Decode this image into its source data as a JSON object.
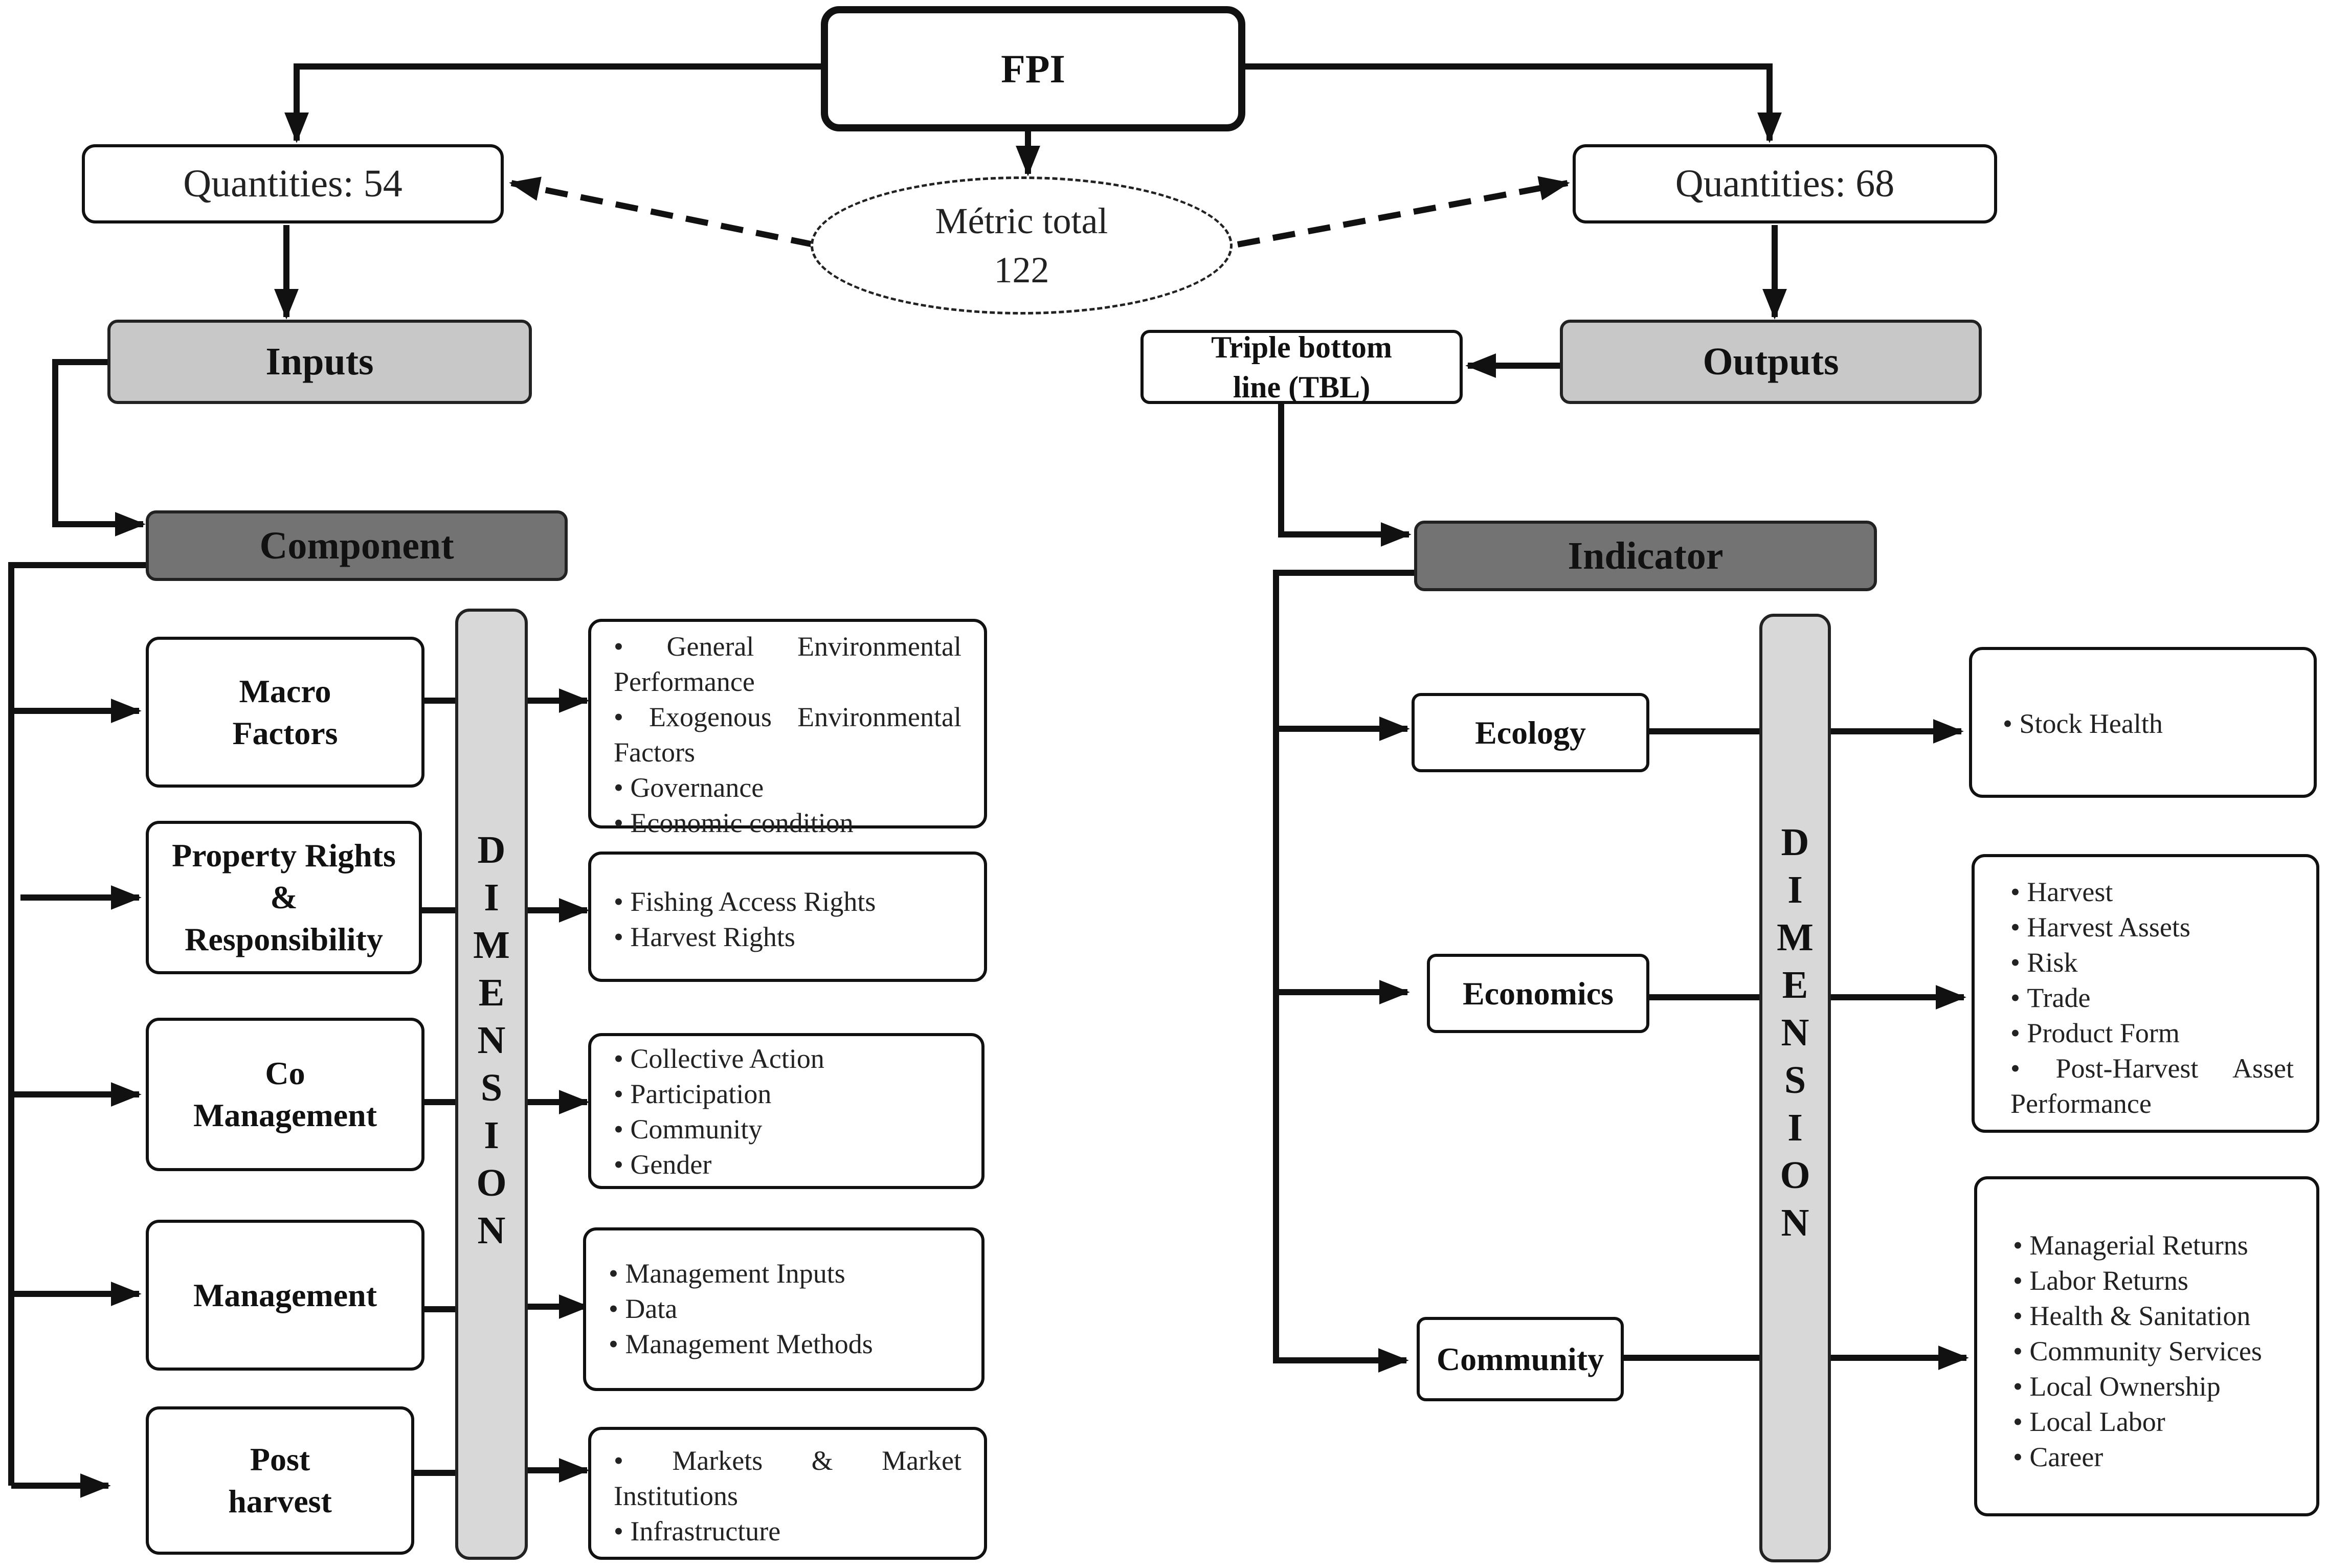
{
  "root": {
    "label": "FPI"
  },
  "metric": {
    "line1": "Métric total",
    "line2": "122"
  },
  "inputs": {
    "quantities": "Quantities: 54",
    "label": "Inputs",
    "group": "Component",
    "dimension": [
      "D",
      "I",
      "M",
      "E",
      "N",
      "S",
      "I",
      "O",
      "N"
    ],
    "components": [
      {
        "label": "Macro Factors",
        "items": [
          "General Environmental Performance",
          "Exogenous Environmental Factors",
          "Governance",
          "Economic condition"
        ]
      },
      {
        "label": "Property Rights & Responsibility",
        "items": [
          "Fishing Access Rights",
          "Harvest Rights"
        ]
      },
      {
        "label": "Co Management",
        "items": [
          "Collective Action",
          "Participation",
          "Community",
          "Gender"
        ]
      },
      {
        "label": "Management",
        "items": [
          "Management Inputs",
          "Data",
          "Management Methods"
        ]
      },
      {
        "label": "Post harvest",
        "items": [
          "Markets & Market Institutions",
          "Infrastructure"
        ]
      }
    ]
  },
  "outputs": {
    "quantities": "Quantities: 68",
    "label": "Outputs",
    "tbl": "Triple bottom line (TBL)",
    "group": "Indicator",
    "dimension": [
      "D",
      "I",
      "M",
      "E",
      "N",
      "S",
      "I",
      "O",
      "N"
    ],
    "indicators": [
      {
        "label": "Ecology",
        "items": [
          "Stock Health"
        ]
      },
      {
        "label": "Economics",
        "items": [
          "Harvest",
          "Harvest Assets",
          "Risk",
          "Trade",
          "Product Form",
          "Post-Harvest Asset Performance"
        ]
      },
      {
        "label": "Community",
        "items": [
          "Managerial Returns",
          "Labor Returns",
          "Health & Sanitation",
          "Community Services",
          "Local Ownership",
          "Local Labor",
          "Career"
        ]
      }
    ]
  }
}
